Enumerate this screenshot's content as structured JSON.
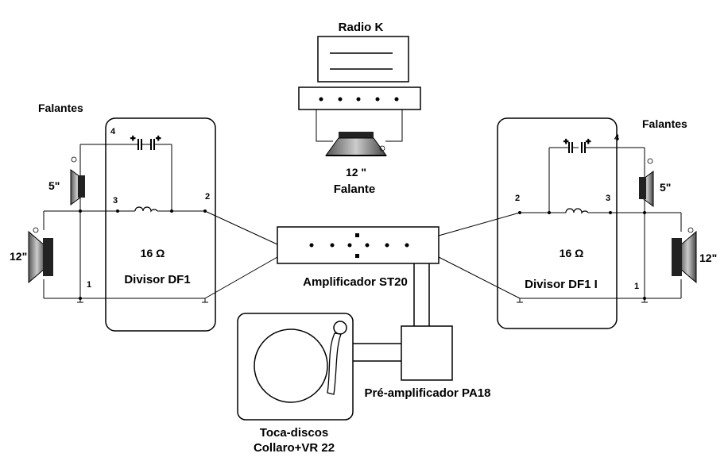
{
  "radio": {
    "label": "Radio K"
  },
  "center_speaker": {
    "size": "12 \"",
    "name": "Falante"
  },
  "left": {
    "speakers_title": "Falantes",
    "small_speaker": "5\"",
    "large_speaker": "12\"",
    "impedance": "16 Ω",
    "divider_name": "Divisor DF1",
    "pins": [
      "4",
      "3",
      "2",
      "1"
    ]
  },
  "right": {
    "speakers_title": "Falantes",
    "small_speaker": "5\"",
    "large_speaker": "12\"",
    "impedance": "16 Ω",
    "divider_name": "Divisor DF1 I",
    "pins": [
      "4",
      "2",
      "3",
      "1"
    ]
  },
  "amplifier": {
    "label": "Amplificador ST20"
  },
  "preamp": {
    "label": "Pré-amplificador PA18"
  },
  "turntable": {
    "line1": "Toca-discos",
    "line2": "Collaro+VR 22"
  }
}
